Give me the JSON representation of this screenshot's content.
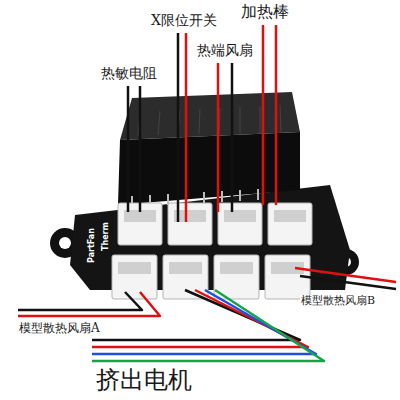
{
  "diagram": {
    "labels": [
      "加热棒",
      "X限位开关",
      "热端风扇",
      "热敏电阻",
      "Therm",
      "PartFan",
      "模型散热风扇B",
      "模型散热风扇A",
      "挤出电机"
    ]
  }
}
